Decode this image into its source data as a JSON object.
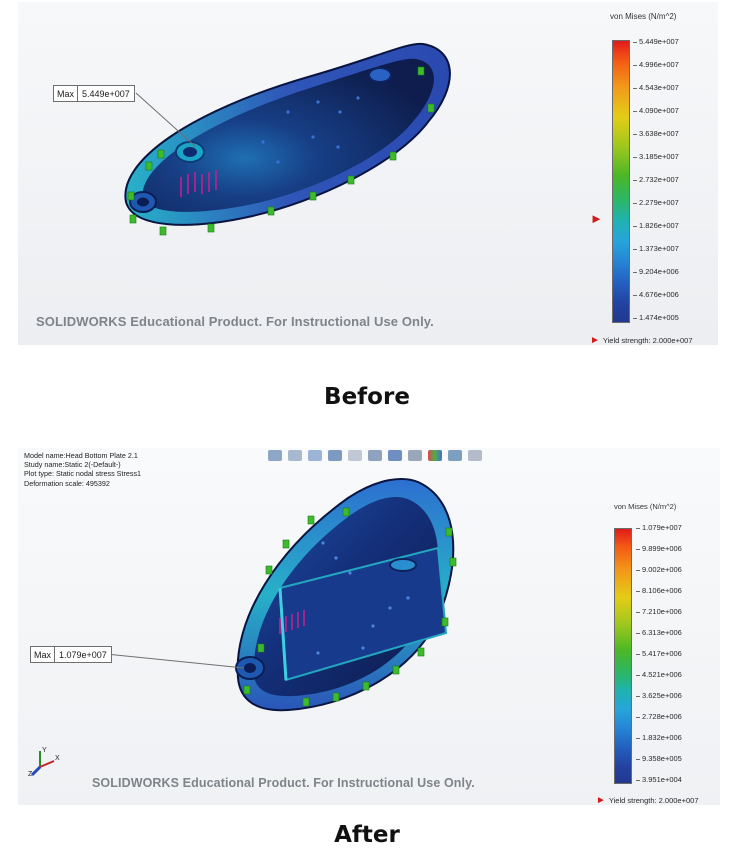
{
  "before": {
    "caption": "Before",
    "max_label": "Max",
    "max_value": "5.449e+007",
    "legend_title": "von Mises (N/m^2)",
    "legend_ticks": [
      "5.449e+007",
      "4.996e+007",
      "4.543e+007",
      "4.090e+007",
      "3.638e+007",
      "3.185e+007",
      "2.732e+007",
      "2.279e+007",
      "1.826e+007",
      "1.373e+007",
      "9.204e+006",
      "4.676e+006",
      "1.474e+005"
    ],
    "yield_text": "Yield strength: 2.000e+007",
    "watermark": "SOLIDWORKS Educational Product. For Instructional Use Only."
  },
  "after": {
    "caption": "After",
    "info": {
      "model_name": "Model name:Head Bottom Plate 2.1",
      "study_name": "Study name:Static 2(-Default-)",
      "plot_type": "Plot type: Static nodal stress Stress1",
      "deformation_scale": "Deformation scale: 495392"
    },
    "max_label": "Max",
    "max_value": "1.079e+007",
    "legend_title": "von Mises (N/m^2)",
    "legend_ticks": [
      "1.079e+007",
      "9.899e+006",
      "9.002e+006",
      "8.106e+006",
      "7.210e+006",
      "6.313e+006",
      "5.417e+006",
      "4.521e+006",
      "3.625e+006",
      "2.728e+006",
      "1.832e+006",
      "9.358e+005",
      "3.951e+004"
    ],
    "yield_text": "Yield strength: 2.000e+007",
    "watermark": "SOLIDWORKS Educational Product. For Instructional Use Only.",
    "triad_labels": {
      "y": "Y",
      "x": "X",
      "z": "Z"
    }
  },
  "colors": {
    "legend_top": "#e01b1b",
    "legend_bottom": "#213a8f",
    "fixture_green": "#3dbb2c",
    "load_magenta": "#c0208f",
    "yield_arrow": "#d21a1a"
  }
}
